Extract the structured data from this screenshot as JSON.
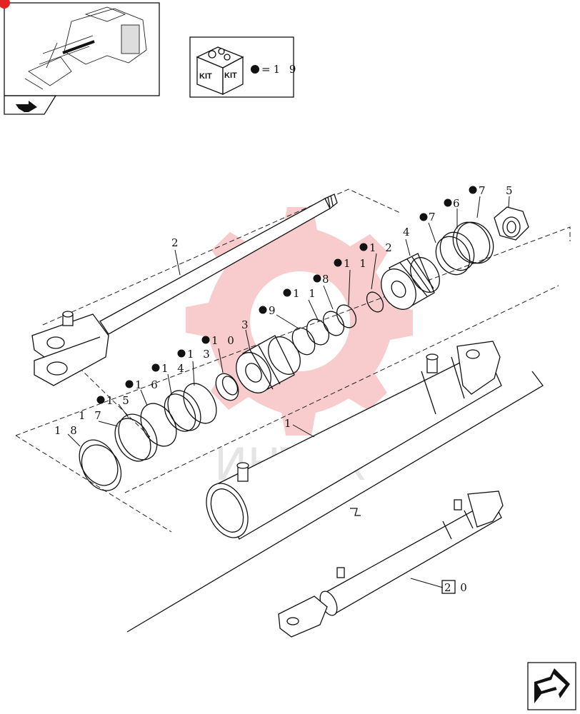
{
  "kit_box": {
    "kit_label_1": "KIT",
    "kit_label_2": "KIT",
    "equals_text": "=1 9"
  },
  "watermark": {
    "text": "ИНТЕХ",
    "color": "#f4a3a3"
  },
  "icons": {
    "thumbnail": "tractor-assembly-thumbnail",
    "nav_prev": "back-arrow-icon",
    "nav_next": "next-page-arrow-icon"
  },
  "labels": [
    {
      "id": "p1",
      "text": "1",
      "kit": false
    },
    {
      "id": "p2",
      "text": "2",
      "kit": false
    },
    {
      "id": "p3",
      "text": "3",
      "kit": false
    },
    {
      "id": "p4",
      "text": "4",
      "kit": false
    },
    {
      "id": "p5",
      "text": "5",
      "kit": false
    },
    {
      "id": "p6",
      "text": "6",
      "kit": true
    },
    {
      "id": "p7a",
      "text": "7",
      "kit": true
    },
    {
      "id": "p7b",
      "text": "7",
      "kit": true
    },
    {
      "id": "p8",
      "text": "8",
      "kit": true
    },
    {
      "id": "p9",
      "text": "9",
      "kit": true
    },
    {
      "id": "p10",
      "text": "1 0",
      "kit": true
    },
    {
      "id": "p11a",
      "text": "1 1",
      "kit": true
    },
    {
      "id": "p11b",
      "text": "1 1",
      "kit": true
    },
    {
      "id": "p12",
      "text": "1 2",
      "kit": true
    },
    {
      "id": "p13",
      "text": "1 3",
      "kit": true
    },
    {
      "id": "p14",
      "text": "1 4",
      "kit": true
    },
    {
      "id": "p15",
      "text": "1 5",
      "kit": true
    },
    {
      "id": "p16",
      "text": "1 6",
      "kit": true
    },
    {
      "id": "p17",
      "text": "1 7",
      "kit": false
    },
    {
      "id": "p18",
      "text": "1 8",
      "kit": false
    },
    {
      "id": "p20",
      "text": "2 0",
      "kit": false,
      "boxed": true
    }
  ]
}
